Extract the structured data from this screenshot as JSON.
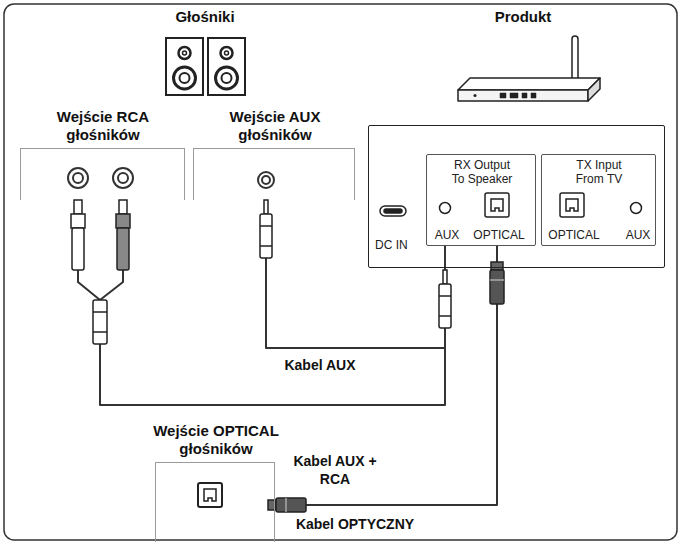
{
  "diagram": {
    "nodes": [
      {
        "text": [
          "Wejście RCA głośników"
        ]
      },
      {
        "text": [
          "Wejście AUX głośników"
        ]
      },
      {
        "text": [
          "DC IN"
        ]
      },
      {
        "text": [
          "RX Output To Speaker",
          "AUX",
          "OPTICAL"
        ],
        "in": 2
      },
      {
        "text": [
          "TX Input From TV",
          "OPTICAL",
          "AUX"
        ],
        "in": 2
      },
      {
        "text": [
          "Wejście OPTICAL głośników"
        ]
      }
    ],
    "edges": [
      {
        "from": 3,
        "to": 1,
        "arrow": "none",
        "label": "Kabel AUX"
      },
      {
        "from": 3,
        "to": 0,
        "arrow": "none",
        "label": "Kabel AUX + RCA"
      },
      {
        "from": 3,
        "to": 5,
        "arrow": "none",
        "label": "Kabel OPTYCZNY"
      }
    ],
    "labels": [
      "Głośniki",
      "Produkt"
    ]
  }
}
